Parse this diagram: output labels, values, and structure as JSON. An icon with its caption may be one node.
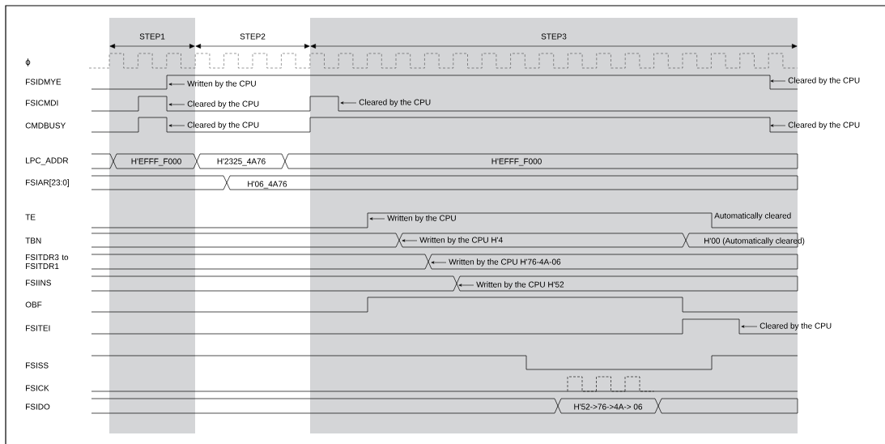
{
  "diagram": {
    "labels": [
      "STEP1",
      "STEP2",
      "STEP3",
      "ϕ",
      "FSIDMYE",
      "Written by the CPU",
      "Cleared by the CPU",
      "FSICMDI",
      "Cleared by the CPU",
      "Cleared by the CPU",
      "CMDBUSY",
      "Cleared by the CPU",
      "Cleared by the CPU",
      "LPC_ADDR",
      "H'EFFF_F000",
      "H'2325_4A76",
      "H'EFFF_F000",
      "FSIAR[23:0]",
      "H'06_4A76",
      "TE",
      "Written by the CPU",
      "Automatically cleared",
      "TBN",
      "Written by the CPU H'4",
      "H'00 (Automatically cleared)",
      "FSITDR3 to FSITDR1",
      "Written by the CPU H'76-4A-06",
      "FSIINS",
      "Written by the CPU H'52",
      "OBF",
      "FSITEI",
      "Cleared by the CPU",
      "FSISS",
      "FSICK",
      "FSIDO",
      "H'52->76->4A-> 06"
    ]
  }
}
